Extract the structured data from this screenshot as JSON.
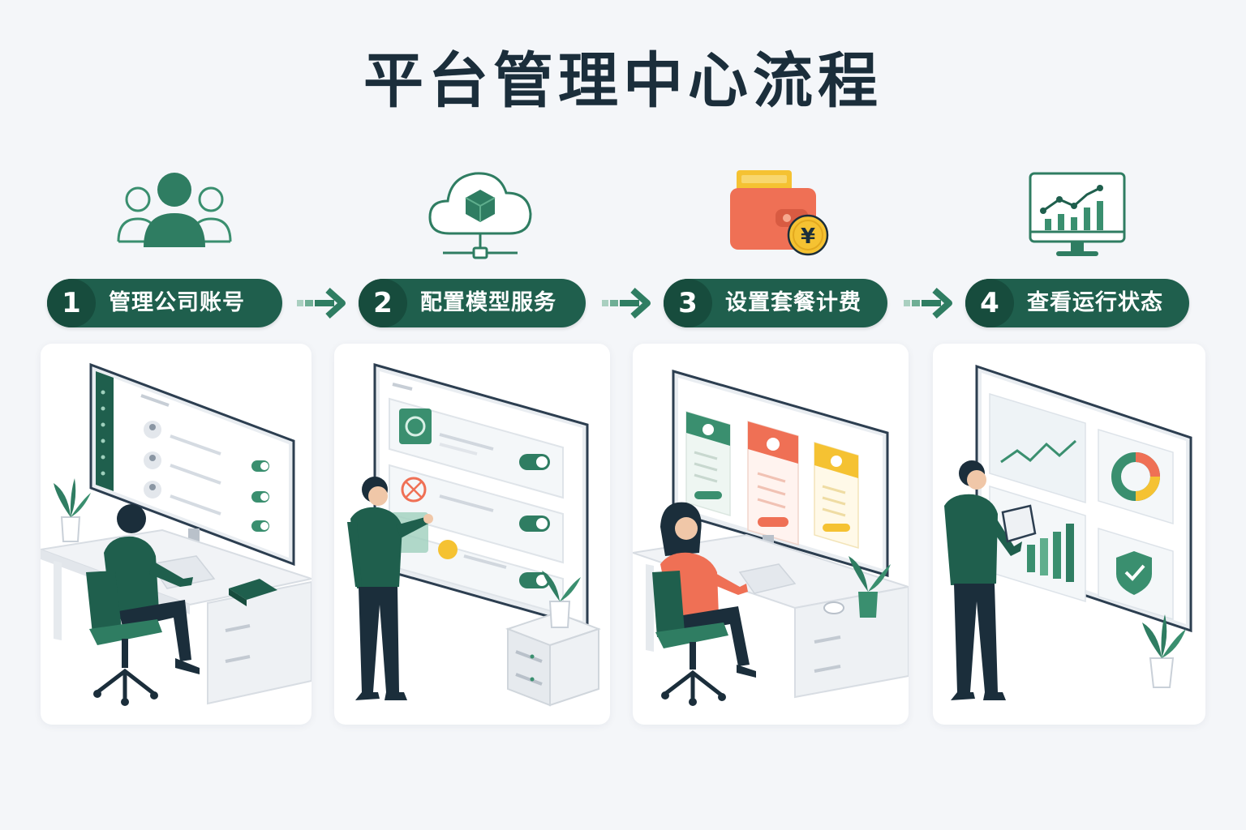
{
  "title": "平台管理中心流程",
  "colors": {
    "primary": "#1f5f4d",
    "accent_green": "#3a8f6f",
    "wallet_red": "#ef7055",
    "coin_yellow": "#f5c232",
    "background": "#f4f6f9"
  },
  "steps": [
    {
      "number": "1",
      "label": "管理公司账号",
      "icon": "users-icon"
    },
    {
      "number": "2",
      "label": "配置模型服务",
      "icon": "cloud-cube-icon"
    },
    {
      "number": "3",
      "label": "设置套餐计费",
      "icon": "wallet-yuan-icon"
    },
    {
      "number": "4",
      "label": "查看运行状态",
      "icon": "monitor-chart-icon"
    }
  ],
  "coin_symbol": "¥"
}
